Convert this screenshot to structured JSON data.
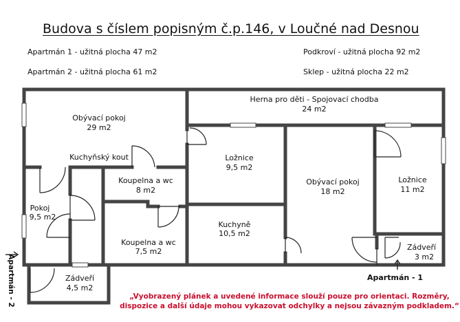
{
  "title": "Budova s číslem popisným č.p.146, v Loučné nad Desnou",
  "summary": {
    "apt1": "Apartmán 1 - užitná plocha 47 m2",
    "apt2": "Apartmán 2 - užitná plocha 61 m2",
    "attic": "Podkroví - užitná plocha 92 m2",
    "cellar": "Sklep - užitná plocha 22 m2"
  },
  "rooms": {
    "herna": {
      "name": "Herna pro děti - Spojovací chodba",
      "area": "24 m2"
    },
    "obyvaci_left": {
      "name": "Obývací pokoj",
      "area": "29 m2"
    },
    "kuchynsky_kout": {
      "name": "Kuchyňský kout"
    },
    "loznice_mid": {
      "name": "Ložnice",
      "area": "9,5 m2"
    },
    "koupelna_top": {
      "name": "Koupelna a wc",
      "area": "8 m2"
    },
    "pokoj": {
      "name": "Pokoj",
      "area": "9,5 m2"
    },
    "kuchyne": {
      "name": "Kuchyně",
      "area": "10,5 m2"
    },
    "koupelna_bottom": {
      "name": "Koupelna a wc",
      "area": "7,5 m2"
    },
    "zadveri_left": {
      "name": "Zádveří",
      "area": "4,5 m2"
    },
    "obyvaci_right": {
      "name": "Obývací pokoj",
      "area": "18 m2"
    },
    "loznice_right": {
      "name": "Ložnice",
      "area": "11 m2"
    },
    "zadveri_right": {
      "name": "Zádveří",
      "area": "3 m2"
    }
  },
  "labels": {
    "apartman1": "Apartmán - 1",
    "apartman2": "Apartmán - 2"
  },
  "note": {
    "line1": "„Vyobrazený plánek a uvedené informace slouží pouze pro orientaci. Rozměry,",
    "line2": "dispozice a další údaje mohou vykazovat odchylky a nejsou závazným podkladem.“"
  }
}
